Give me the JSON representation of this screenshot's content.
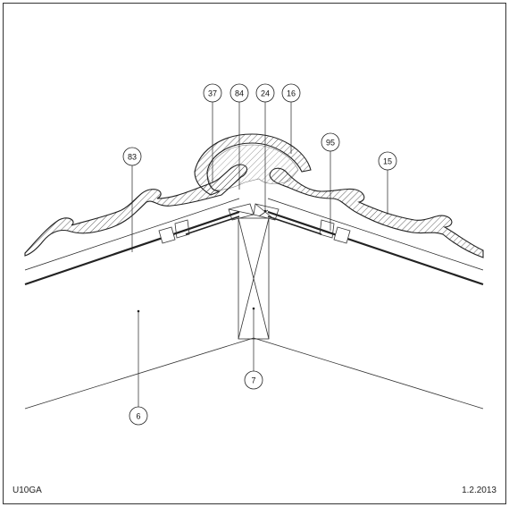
{
  "drawing": {
    "code": "U10GA",
    "date": "1.2.2013",
    "callouts": [
      {
        "id": "callout-37",
        "label": "37"
      },
      {
        "id": "callout-84",
        "label": "84"
      },
      {
        "id": "callout-24",
        "label": "24"
      },
      {
        "id": "callout-16",
        "label": "16"
      },
      {
        "id": "callout-83",
        "label": "83"
      },
      {
        "id": "callout-95",
        "label": "95"
      },
      {
        "id": "callout-15",
        "label": "15"
      },
      {
        "id": "callout-6",
        "label": "6"
      },
      {
        "id": "callout-7",
        "label": "7"
      }
    ]
  }
}
